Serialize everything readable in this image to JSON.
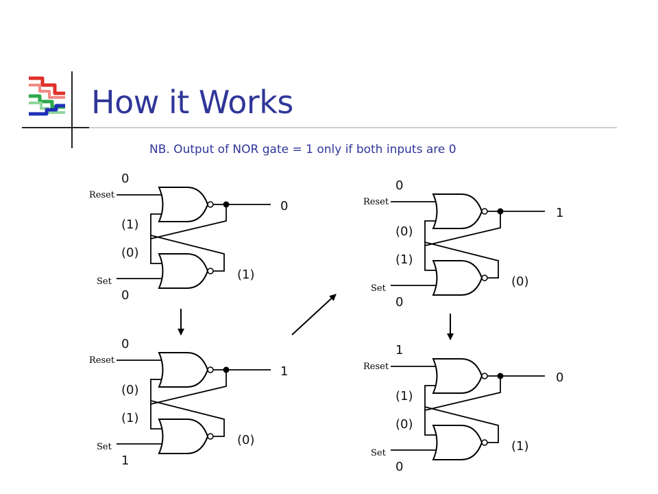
{
  "title": "How it Works",
  "note": "NB. Output of NOR gate = 1 only if both inputs are 0",
  "colors": {
    "title": "#2f3699",
    "logo_red": "#e0302a",
    "logo_green": "#2ea84a",
    "logo_blue": "#1f2fb8"
  },
  "circuits": [
    {
      "reset_label": "Reset",
      "set_label": "Set",
      "reset_val": "0",
      "top_in_val": "(1)",
      "bottom_in_val": "(0)",
      "set_val": "0",
      "q_val": "0",
      "qbar_val": "(1)"
    },
    {
      "reset_label": "Reset",
      "set_label": "Set",
      "reset_val": "0",
      "top_in_val": "(0)",
      "bottom_in_val": "(1)",
      "set_val": "1",
      "q_val": "1",
      "qbar_val": "(0)"
    },
    {
      "reset_label": "Reset",
      "set_label": "Set",
      "reset_val": "0",
      "top_in_val": "(0)",
      "bottom_in_val": "(1)",
      "set_val": "0",
      "q_val": "1",
      "qbar_val": "(0)"
    },
    {
      "reset_label": "Reset",
      "set_label": "Set",
      "reset_val": "1",
      "top_in_val": "(1)",
      "bottom_in_val": "(0)",
      "set_val": "0",
      "q_val": "0",
      "qbar_val": "(1)"
    }
  ]
}
